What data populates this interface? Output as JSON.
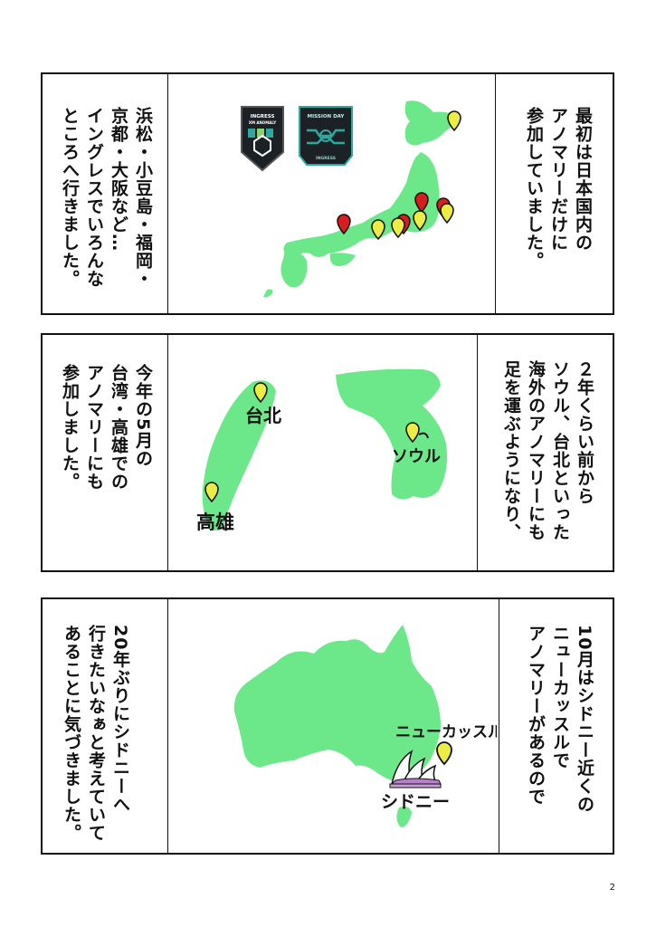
{
  "page_number": "2",
  "panels": [
    {
      "right_text": "最初は日本国内の\nアノマリーだけに\n参加していました。",
      "left_text": "浜松・小豆島・福岡・\n京都・大阪など…\nイングレスでいろんな\nところへ行きました。",
      "badges": [
        {
          "line1": "INGRESS",
          "line2": "XM ANOMALY"
        },
        {
          "line1": "MISSION DAY",
          "line2": "INGRESS"
        }
      ]
    },
    {
      "right_text": "２年くらい前から\nソウル、台北といった\n海外のアノマリーにも\n足を運ぶようになり、",
      "left_text": "今年の5月の\n台湾・高雄での\nアノマリーにも\n参加しました。",
      "labels": {
        "taipei": "台北",
        "seoul": "ソウル",
        "kaohsiung": "高雄"
      }
    },
    {
      "right_text": "10月はシドニー近くの\nニューカッスルで\nアノマリーがあるので",
      "left_text": "20年ぶりにシドニーへ\n行きたいなぁと考えていて\nあることに気づきました。",
      "labels": {
        "newcastle": "ニューカッスル",
        "sydney": "シドニー"
      }
    }
  ],
  "colors": {
    "land": "#6ce88a",
    "pin_yellow": "#ecec46",
    "pin_red": "#d61e1e",
    "badge_dark": "#1c2126",
    "badge_teal": "#2ea9a0"
  }
}
